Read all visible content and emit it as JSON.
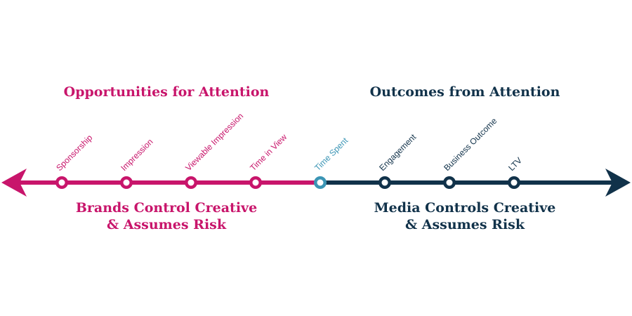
{
  "colors": {
    "left": "#c8156b",
    "right": "#11324a",
    "midpoint": "#3b95b5"
  },
  "left_section": {
    "heading": "Opportunities for Attention",
    "footer_line1": "Brands Control Creative",
    "footer_line2": "& Assumes Risk"
  },
  "right_section": {
    "heading": "Outcomes from Attention",
    "footer_line1": "Media Controls Creative",
    "footer_line2": "& Assumes Risk"
  },
  "timeline": {
    "points": [
      {
        "label": "Sponsorship",
        "side": "left"
      },
      {
        "label": "Impression",
        "side": "left"
      },
      {
        "label": "Viewable Impression",
        "side": "left"
      },
      {
        "label": "Time in View",
        "side": "left"
      },
      {
        "label": "Time Spent",
        "side": "mid"
      },
      {
        "label": "Engagement",
        "side": "right"
      },
      {
        "label": "Business Outcome",
        "side": "right"
      },
      {
        "label": "LTV",
        "side": "right"
      }
    ]
  }
}
